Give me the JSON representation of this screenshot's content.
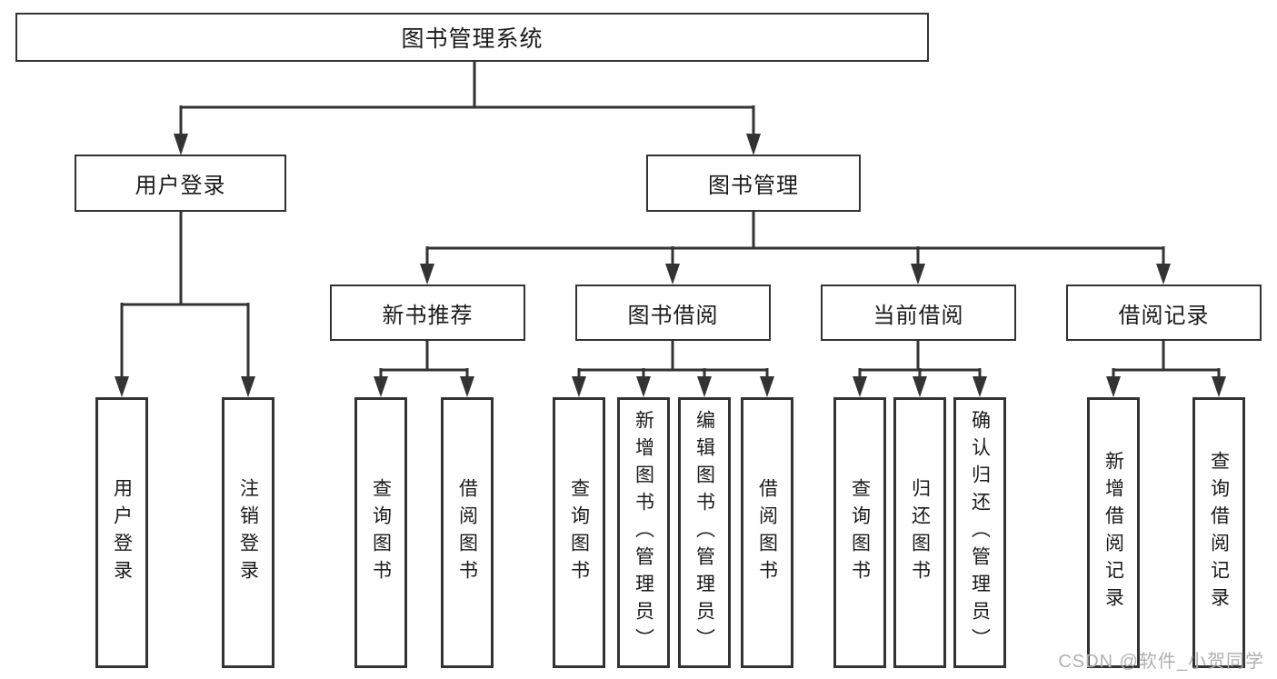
{
  "tree": {
    "root": {
      "label": "图书管理系统",
      "children": [
        {
          "label": "用户登录",
          "children": [
            {
              "label": "用户登录"
            },
            {
              "label": "注销登录"
            }
          ]
        },
        {
          "label": "图书管理",
          "children": [
            {
              "label": "新书推荐",
              "children": [
                {
                  "label": "查询图书"
                },
                {
                  "label": "借阅图书"
                }
              ]
            },
            {
              "label": "图书借阅",
              "children": [
                {
                  "label": "查询图书"
                },
                {
                  "label": "新增图书（管理员）"
                },
                {
                  "label": "编辑图书（管理员）"
                },
                {
                  "label": "借阅图书"
                }
              ]
            },
            {
              "label": "当前借阅",
              "children": [
                {
                  "label": "查询图书"
                },
                {
                  "label": "归还图书"
                },
                {
                  "label": "确认归还（管理员）"
                }
              ]
            },
            {
              "label": "借阅记录",
              "children": [
                {
                  "label": "新增借阅记录"
                },
                {
                  "label": "查询借阅记录"
                }
              ]
            }
          ]
        }
      ]
    }
  },
  "watermark": {
    "text": "CSDN @软件_小贺同学"
  },
  "colors": {
    "line": "#333333",
    "box_border": "#333333",
    "text": "#1a1a1a",
    "watermark": "#b0b0b0",
    "background": "#ffffff"
  }
}
